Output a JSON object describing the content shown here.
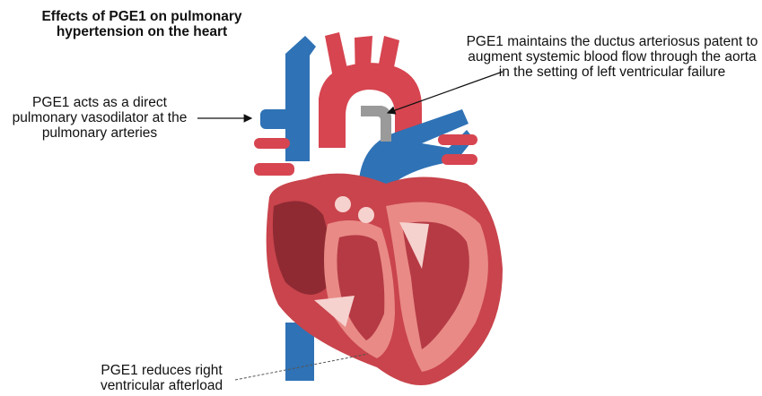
{
  "title": "Effects of PGE1 on pulmonary hypertension on the heart",
  "annotations": {
    "ductus": "PGE1 maintains the ductus arteriosus patent to augment systemic blood flow through the aorta in the setting of left ventricular failure",
    "vasodilator": "PGE1 acts as a direct pulmonary vasodilator at the pulmonary arteries",
    "afterload": "PGE1 reduces right ventricular afterload"
  },
  "colors": {
    "vein_blue": "#2f72b5",
    "artery_red": "#d64550",
    "myocardium": "#c9444c",
    "muscle_light": "#e98a86",
    "chamber_dark": "#8f2a33",
    "valve_pink": "#f6d2cf",
    "ductus_gray": "#9a9a9a"
  }
}
